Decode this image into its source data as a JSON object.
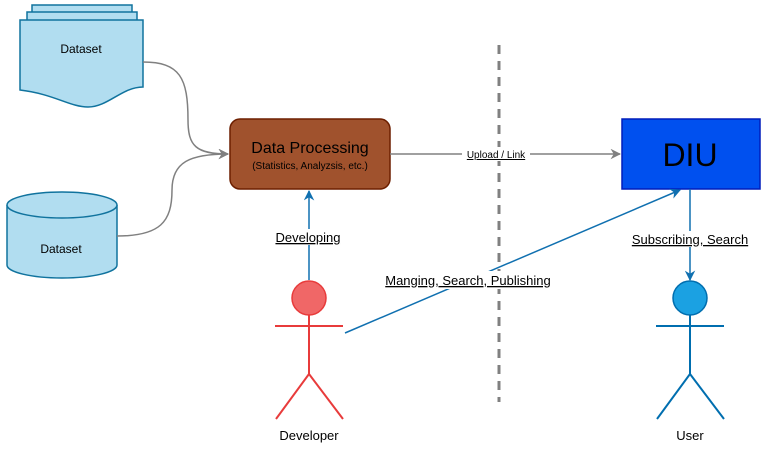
{
  "nodes": {
    "dataset_doc": {
      "label": "Dataset",
      "fill": "#b1ddf0",
      "stroke": "#10739e"
    },
    "dataset_db": {
      "label": "Dataset",
      "fill": "#b1ddf0",
      "stroke": "#10739e"
    },
    "data_processing": {
      "title": "Data Processing",
      "subtitle": "(Statistics, Analyzsis, etc.)",
      "fill": "#a0522d",
      "stroke": "#6d1f00"
    },
    "diu": {
      "label": "DIU",
      "fill": "#0050ef",
      "stroke": "#001dbc"
    },
    "developer": {
      "label": "Developer",
      "fill": "#f06767",
      "stroke": "#e83b3b"
    },
    "user": {
      "label": "User",
      "fill": "#1ba1e2",
      "stroke": "#006eaf"
    }
  },
  "edges": {
    "upload_link": "Upload / Link",
    "developing": "Developing",
    "managing": "Manging, Search, Publishing",
    "subscribing": "Subscribing, Search"
  },
  "colors": {
    "gray_connector": "#808080",
    "blue_connector": "#1070b0",
    "divider": "#808080"
  }
}
